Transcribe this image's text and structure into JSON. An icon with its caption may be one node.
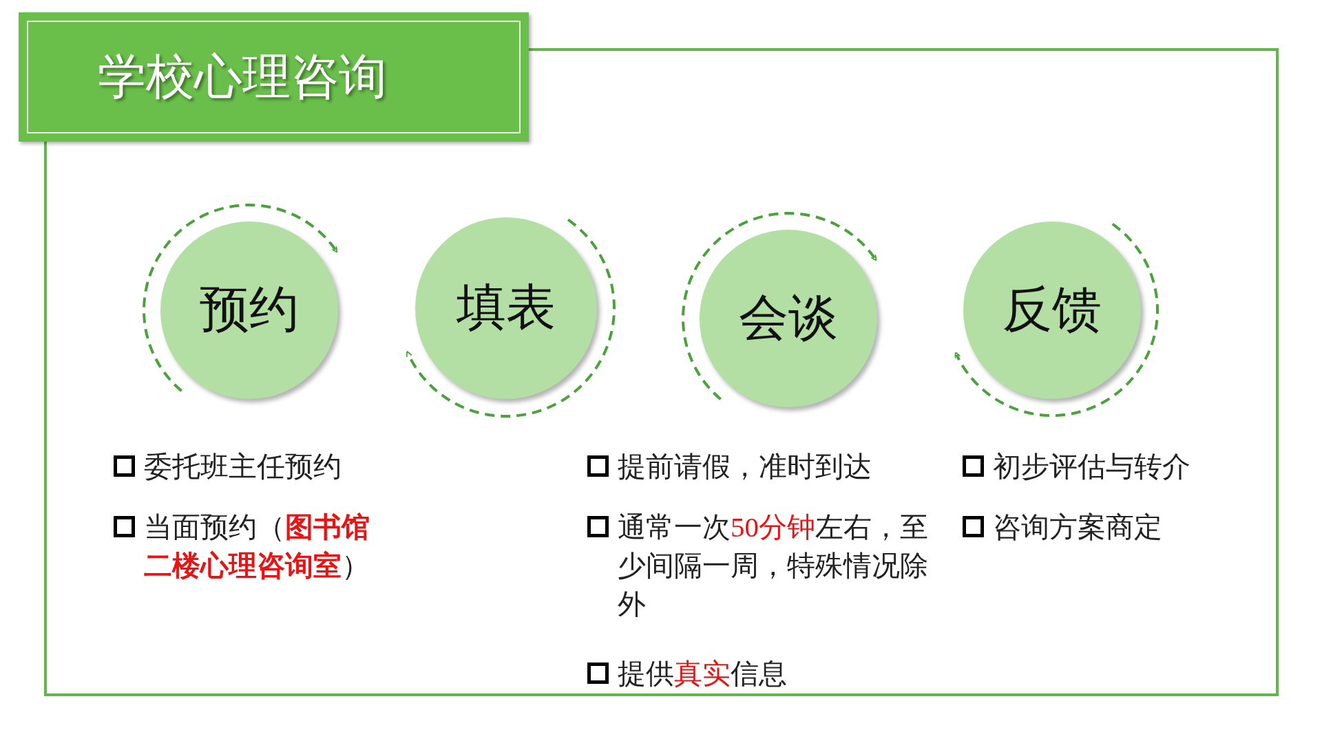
{
  "diagram": {
    "title": "学校心理咨询",
    "nodes": [
      {
        "text": [
          "预约"
        ],
        "beside": [
          "委托班主任预约",
          "当面预约（**图书馆二楼心理咨询室**）"
        ]
      },
      {
        "text": [
          "填表"
        ]
      },
      {
        "text": [
          "会谈"
        ],
        "beside": [
          "提前请假，准时到达",
          "通常一次**50分钟**左右，至少间隔一周，特殊情况除外",
          "提供**真实**信息"
        ]
      },
      {
        "text": [
          "反馈"
        ],
        "beside": [
          "初步评估与转介",
          "咨询方案商定"
        ]
      }
    ],
    "edges": [
      {
        "from": 0,
        "to": 0,
        "arrow": "to",
        "style": "dashed"
      },
      {
        "from": 1,
        "to": 1,
        "arrow": "to",
        "style": "dashed"
      },
      {
        "from": 2,
        "to": 2,
        "arrow": "to",
        "style": "dashed"
      },
      {
        "from": 3,
        "to": 3,
        "arrow": "to",
        "style": "dashed"
      }
    ]
  }
}
